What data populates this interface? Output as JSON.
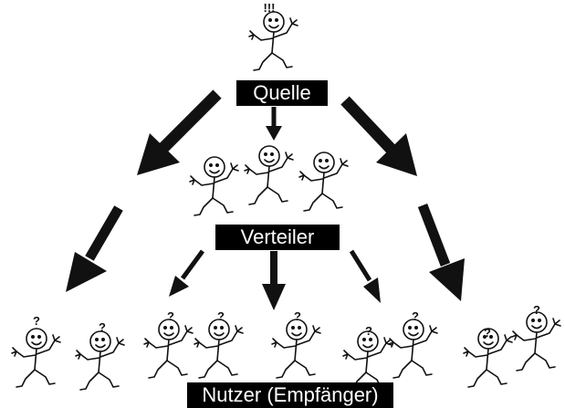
{
  "labels": {
    "source": "Quelle",
    "distributor": "Verteiler",
    "users": "Nutzer (Empfänger)"
  },
  "marks": {
    "source": "!!!",
    "user": "?"
  },
  "colors": {
    "ink": "#111111",
    "label_bg": "#000000",
    "label_text": "#ffffff",
    "background": "#ffffff"
  }
}
